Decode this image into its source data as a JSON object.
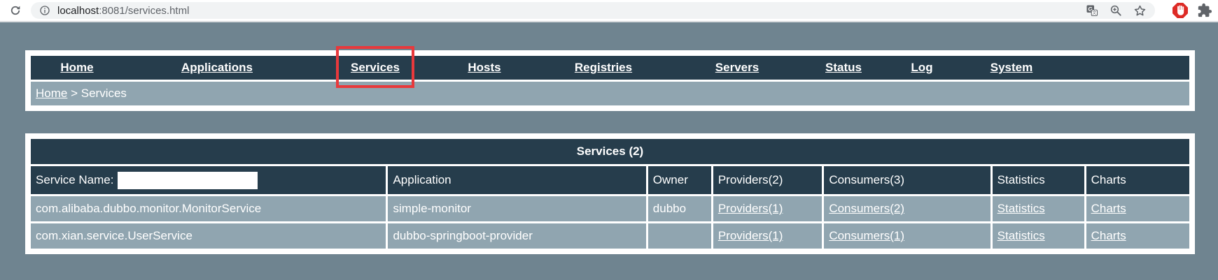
{
  "browser": {
    "reload_tooltip": "Reload",
    "url_host": "localhost",
    "url_rest": ":8081/services.html",
    "icons": [
      "reload-icon",
      "page-info-icon",
      "translate-icon",
      "zoom-icon",
      "bookmark-star-icon",
      "adblock-hand-icon",
      "extensions-puzzle-icon"
    ]
  },
  "nav": {
    "items": [
      {
        "label": "Home"
      },
      {
        "label": "Applications"
      },
      {
        "label": "Services",
        "highlighted": true
      },
      {
        "label": "Hosts"
      },
      {
        "label": "Registries"
      },
      {
        "label": "Servers"
      },
      {
        "label": "Status"
      },
      {
        "label": "Log"
      },
      {
        "label": "System"
      }
    ]
  },
  "breadcrumb": {
    "link": "Home",
    "separator": " > ",
    "current": "Services"
  },
  "services_table": {
    "title": "Services (2)",
    "filter_label": "Service Name:",
    "filter_value": "",
    "columns": [
      "Application",
      "Owner",
      "Providers(2)",
      "Consumers(3)",
      "Statistics",
      "Charts"
    ],
    "rows": [
      {
        "service": "com.alibaba.dubbo.monitor.MonitorService",
        "application": "simple-monitor",
        "owner": "dubbo",
        "providers": "Providers(1)",
        "consumers": "Consumers(2)",
        "statistics": "Statistics",
        "charts": "Charts"
      },
      {
        "service": "com.xian.service.UserService",
        "application": "dubbo-springboot-provider",
        "owner": "",
        "providers": "Providers(1)",
        "consumers": "Consumers(1)",
        "statistics": "Statistics",
        "charts": "Charts"
      }
    ]
  },
  "colors": {
    "navy": "#263d4c",
    "row_blue": "#90a5b0",
    "page_slate": "#6f8490",
    "annotation_red": "#e8393c",
    "chrome_icon_gray": "#5f6368"
  }
}
